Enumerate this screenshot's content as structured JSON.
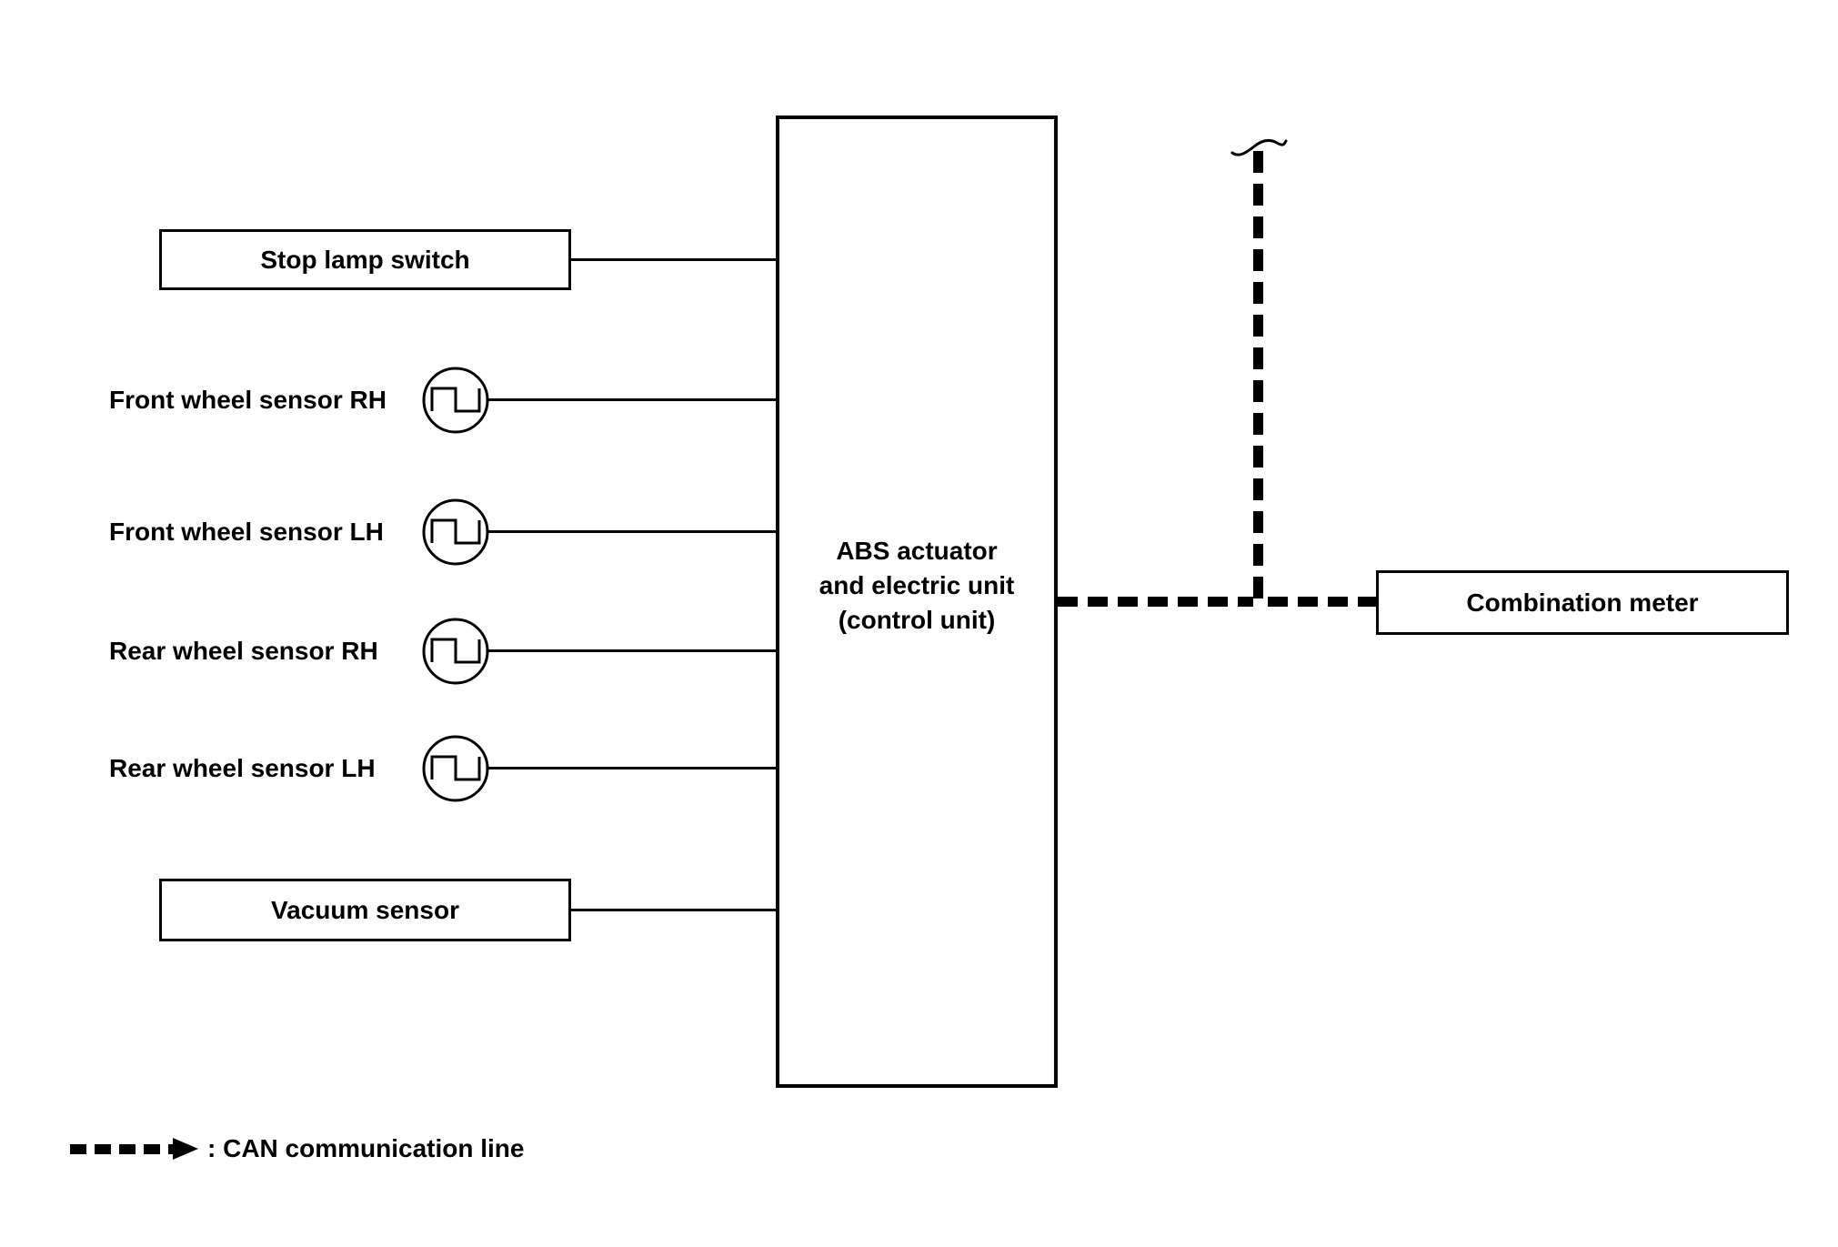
{
  "colors": {
    "ink": "#000000",
    "background": "#ffffff"
  },
  "nodes": {
    "stop_lamp_switch": {
      "label": "Stop lamp switch"
    },
    "front_wheel_sensor_rh": {
      "label": "Front wheel sensor RH"
    },
    "front_wheel_sensor_lh": {
      "label": "Front wheel sensor LH"
    },
    "rear_wheel_sensor_rh": {
      "label": "Rear wheel sensor RH"
    },
    "rear_wheel_sensor_lh": {
      "label": "Rear wheel sensor LH"
    },
    "vacuum_sensor": {
      "label": "Vacuum sensor"
    },
    "abs_actuator_unit": {
      "label_lines": [
        "ABS actuator",
        "and electric unit",
        "(control unit)"
      ]
    },
    "combination_meter": {
      "label": "Combination meter"
    }
  },
  "icons": {
    "pulse": "square-wave-icon",
    "line_break": "line-break-mark",
    "legend_arrow": "can-dashed-arrow"
  },
  "legend": {
    "can_line_label": ": CAN communication line"
  }
}
